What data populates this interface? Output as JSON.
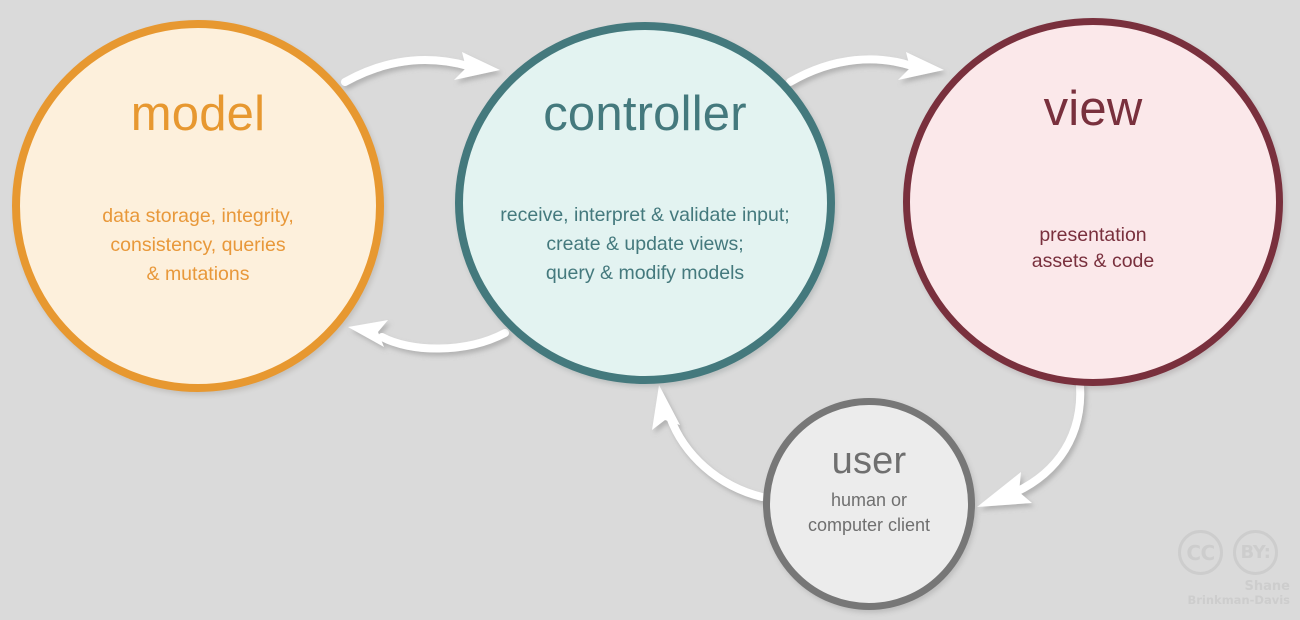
{
  "background_color": "#dadada",
  "diagram": {
    "type": "mvc-cycle-diagram",
    "nodes": [
      {
        "id": "model",
        "title": "model",
        "description": "data storage, integrity,\nconsistency, queries\n& mutations",
        "desc_lines": [
          "data storage, integrity,",
          "consistency, queries",
          "& mutations"
        ],
        "border_color": "#e79830",
        "fill_color": "#fdf0dc",
        "text_color": "#e79830"
      },
      {
        "id": "controller",
        "title": "controller",
        "description": "receive, interpret & validate input;\ncreate & update views;\nquery & modify models",
        "desc_lines": [
          "receive, interpret & validate input;",
          "create & update views;",
          "query & modify models"
        ],
        "border_color": "#44797d",
        "fill_color": "#e3f3f1",
        "text_color": "#44797d"
      },
      {
        "id": "view",
        "title": "view",
        "description": "presentation\nassets & code",
        "desc_lines": [
          "presentation",
          "assets & code"
        ],
        "border_color": "#79303d",
        "fill_color": "#fbe8ea",
        "text_color": "#79303d"
      },
      {
        "id": "user",
        "title": "user",
        "description": "human or\ncomputer client",
        "desc_lines": [
          "human or",
          "computer client"
        ],
        "border_color": "#777777",
        "fill_color": "#ececec",
        "text_color": "#6f6f6f"
      }
    ],
    "edges": [
      {
        "id": "model-to-controller",
        "from": "model",
        "to": "controller",
        "direction": "right",
        "color": "#ffffff"
      },
      {
        "id": "controller-to-model",
        "from": "controller",
        "to": "model",
        "direction": "left",
        "color": "#ffffff"
      },
      {
        "id": "controller-to-view",
        "from": "controller",
        "to": "view",
        "direction": "right",
        "color": "#ffffff"
      },
      {
        "id": "view-to-user",
        "from": "view",
        "to": "user",
        "direction": "down-left",
        "color": "#ffffff"
      },
      {
        "id": "user-to-controller",
        "from": "user",
        "to": "controller",
        "direction": "up-left",
        "color": "#ffffff"
      }
    ]
  },
  "credit": {
    "cc_mark": "CC",
    "by_mark": "BY:",
    "author_first": "Shane",
    "author_last": "Brinkman-Davis",
    "color": "#cdcdcd"
  }
}
